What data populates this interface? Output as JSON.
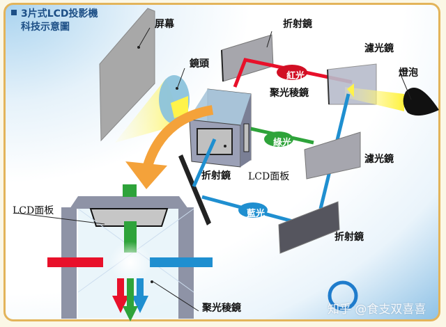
{
  "title": {
    "line1": "3片式LCD投影機",
    "line2": "科技示意圖"
  },
  "labels": {
    "screen": "屏幕",
    "lens": "鏡頭",
    "mirror_top": "折射鏡",
    "prism_top": "聚光稜鏡",
    "filter_top": "濾光鏡",
    "lamp": "燈泡",
    "filter_mid": "濾光鏡",
    "mirror_left": "折射鏡",
    "lcd_panel": "LCD面板",
    "mirror_bottom": "折射鏡",
    "lcd_panel_detail": "LCD面板",
    "prism_detail": "聚光稜鏡"
  },
  "light_paths": {
    "red": "紅光",
    "green": "綠光",
    "blue": "藍光"
  },
  "colors": {
    "red": "#e8102a",
    "green": "#2ea33a",
    "blue": "#1f8fd0",
    "yellow": "#fff25a",
    "orange": "#f4a23a",
    "frame": "#e3b45a",
    "title": "#1d4f86"
  },
  "watermark": {
    "text": "知乎 @食支双喜喜"
  }
}
